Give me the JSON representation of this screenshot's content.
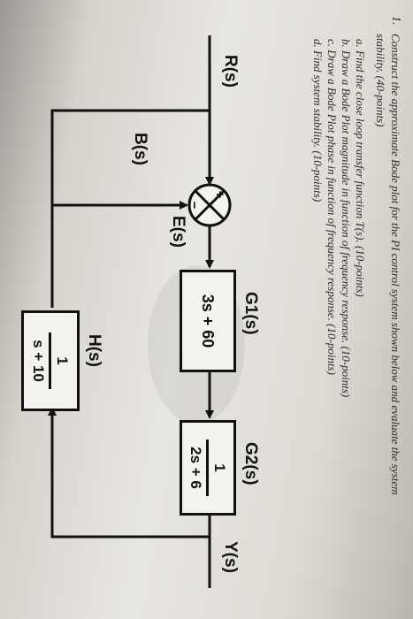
{
  "question": {
    "number": "1.",
    "line1": "Construct the approximate Bode plot for the PI control system shown below and evaluate the system",
    "line2": "stability. (40-points)",
    "items": [
      "a.  Find the close loop transfer function T(s). (10-points)",
      "b.  Draw a Bode Plot magnitude in function of frequency response. (10-points)",
      "c.  Draw a Bode Plot phase in function of frequency response. (10-points)",
      "d.  Find system stability. (10-points)"
    ]
  },
  "diagram": {
    "input_label": "R(s)",
    "error_label": "E(s)",
    "feedback_label": "B(s)",
    "output_label": "Y(s)",
    "junction_plus": "+",
    "junction_minus": "−",
    "g1": {
      "name": "G1(s)",
      "expr": "3s + 60"
    },
    "g2": {
      "name": "G2(s)",
      "numerator": "1",
      "denominator": "2s + 6"
    },
    "h": {
      "name": "H(s)",
      "numerator": "1",
      "denominator": "s + 10"
    }
  }
}
